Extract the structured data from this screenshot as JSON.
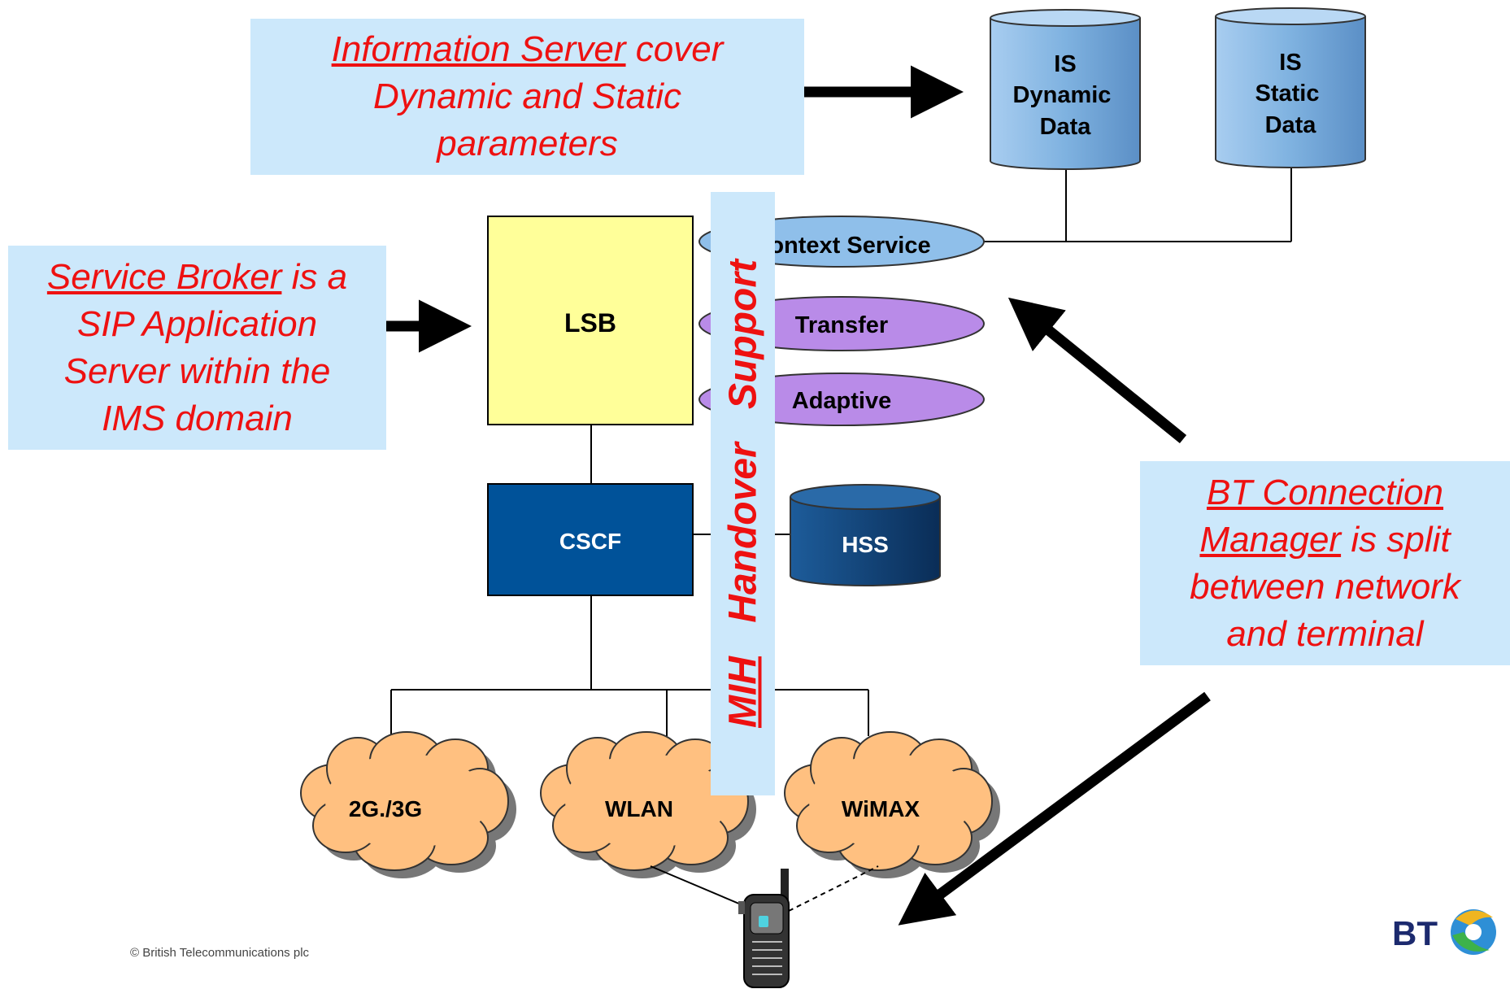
{
  "callouts": {
    "information_server": {
      "underlined": "Information Server",
      "rest_line1": " cover",
      "line2": "Dynamic and Static",
      "line3": "parameters"
    },
    "service_broker": {
      "underlined": "Service Broker",
      "rest_line1": " is a",
      "line2": "SIP Application",
      "line3": "Server within the",
      "line4": "IMS domain"
    },
    "connection_manager": {
      "line1_underlined": "BT Connection",
      "line2_underlined": "Manager",
      "line2_rest": " is split",
      "line3": "between network",
      "line4": "and terminal"
    }
  },
  "databases": {
    "dynamic": [
      "IS",
      "Dynamic",
      "Data"
    ],
    "static": [
      "IS",
      "Static",
      "Data"
    ],
    "hss": "HSS"
  },
  "components": {
    "lsb": "LSB",
    "cscf": "CSCF",
    "context_service": "Context Service",
    "transfer": "Transfer",
    "adaptive": "Adaptive"
  },
  "mih_bar": {
    "word1": "MIH",
    "word2": "Handover",
    "word3": "Support"
  },
  "networks": [
    "2G./3G",
    "WLAN",
    "WiMAX"
  ],
  "footer": "© British Telecommunications plc",
  "logo": "BT",
  "colors": {
    "callout_bg": "#cce8fb",
    "callout_text": "#ee1111",
    "lsb_fill": "#ffff99",
    "cscf_fill": "#005299",
    "ellipse_purple": "#b98be8",
    "ellipse_blue": "#8fbfea",
    "cloud_fill": "#ffc080"
  }
}
